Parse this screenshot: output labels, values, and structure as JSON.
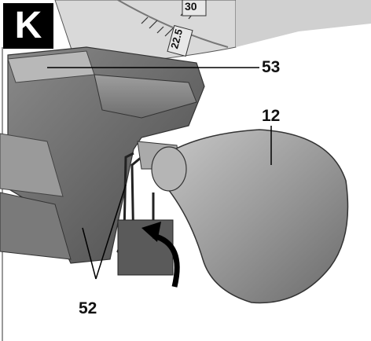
{
  "figure": {
    "letter": "K",
    "callouts": {
      "guide_label": "53",
      "knob_label": "12",
      "lever_label": "52"
    },
    "scale_marks": {
      "upper": "30",
      "lower": "22.5"
    }
  }
}
